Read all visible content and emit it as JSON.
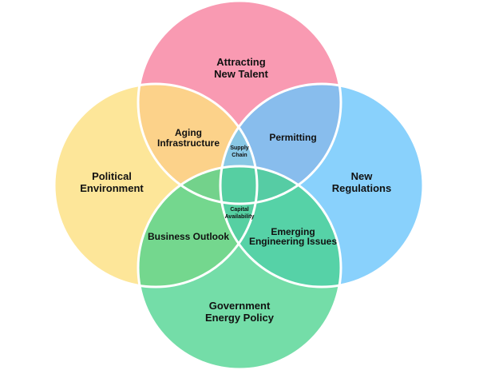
{
  "circles": [
    {
      "id": "top",
      "label": [
        "Attracting",
        "New Talent"
      ],
      "color": "#f7819f"
    },
    {
      "id": "left",
      "label": [
        "Political",
        "Environment"
      ],
      "color": "#fde080"
    },
    {
      "id": "right",
      "label": [
        "New",
        "Regulations"
      ],
      "color": "#6cc5fb"
    },
    {
      "id": "bottom",
      "label": [
        "Government",
        "Energy Policy"
      ],
      "color": "#46d28b"
    }
  ],
  "overlaps": {
    "top_left": [
      "Aging",
      "Infrastructure"
    ],
    "top_right": [
      "Permitting"
    ],
    "bottom_left": [
      "Business Outlook"
    ],
    "bottom_right": [
      "Emerging",
      "Engineering Issues"
    ],
    "top_center": [
      "Supply",
      "Chain"
    ],
    "bottom_center": [
      "Capital",
      "Availability"
    ]
  }
}
